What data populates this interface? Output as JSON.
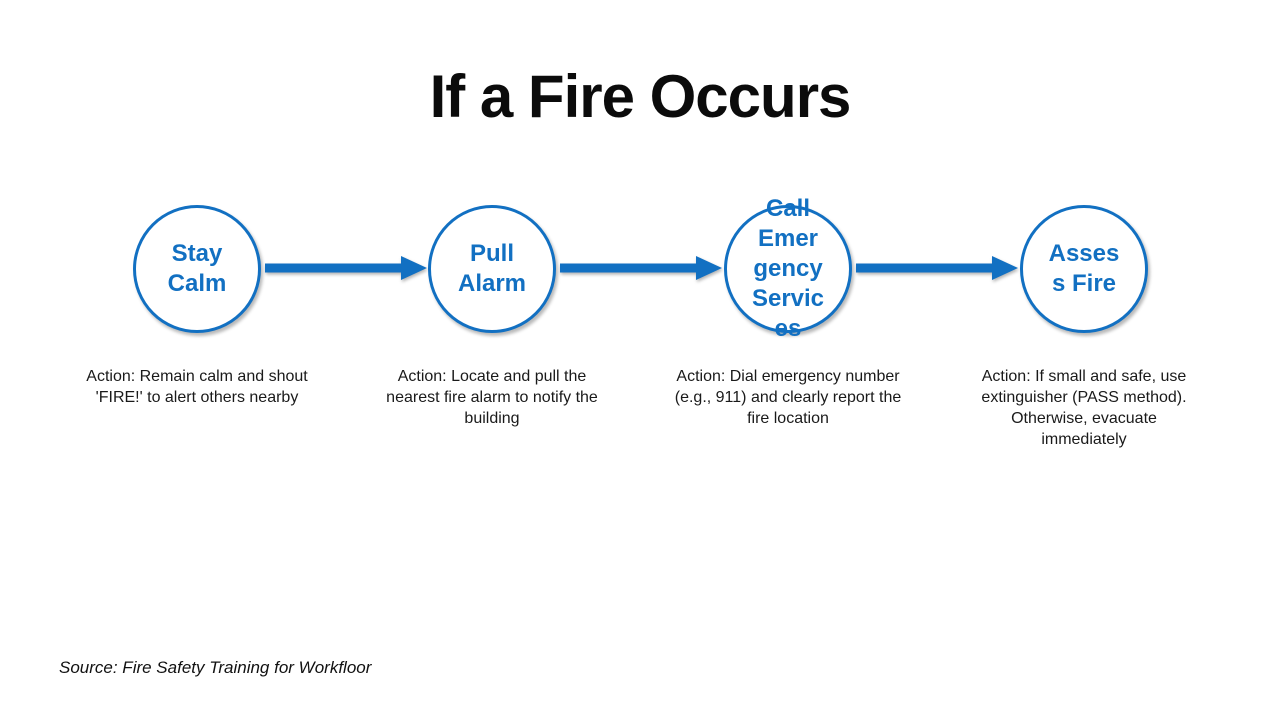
{
  "title": "If a Fire Occurs",
  "colors": {
    "accent": "#1270C2",
    "title_text": "#0B0B0B",
    "body_text": "#1A1A1A",
    "background": "#FFFFFF"
  },
  "steps": [
    {
      "label": "Stay\nCalm",
      "action": "Action: Remain calm and shout\n'FIRE!' to alert others nearby"
    },
    {
      "label": "Pull\nAlarm",
      "action": "Action: Locate and pull the\nnearest fire alarm to notify the\nbuilding"
    },
    {
      "label": "Call\nEmer\ngency\nServic\nes",
      "action": "Action: Dial emergency number\n(e.g., 911) and clearly report the\nfire location"
    },
    {
      "label": "Asses\ns Fire",
      "action": "Action: If small and safe, use\nextinguisher (PASS method).\nOtherwise, evacuate\nimmediately"
    }
  ],
  "source": "Source: Fire Safety Training for Workfloor"
}
